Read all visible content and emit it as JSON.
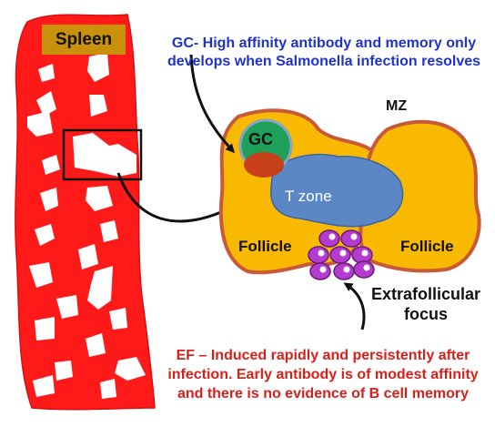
{
  "spleen": {
    "label": "Spleen"
  },
  "gc_annotation": {
    "text": "GC- High affinity antibody and memory only develops when Salmonella infection resolves"
  },
  "diagram": {
    "gc_label": "GC",
    "mz_label": "MZ",
    "tzone_label": "T zone",
    "follicle_left": "Follicle",
    "follicle_right": "Follicle",
    "extrafollicular_focus": "Extrafollicular focus"
  },
  "ef_annotation": {
    "text": "EF – Induced rapidly and persistently after infection. Early antibody is of modest affinity and there is no evidence of B cell memory"
  },
  "colors": {
    "spleen_red": "#ff1a1a",
    "follicle_yellow": "#f8b900",
    "mz_border": "#c85a3a",
    "tzone_blue": "#5b87c5",
    "gc_green": "#1fa05a",
    "gc_red": "#c7401a",
    "plasma_purple": "#b43ad0",
    "blue_text": "#1f33c8",
    "red_text": "#d6201a"
  }
}
